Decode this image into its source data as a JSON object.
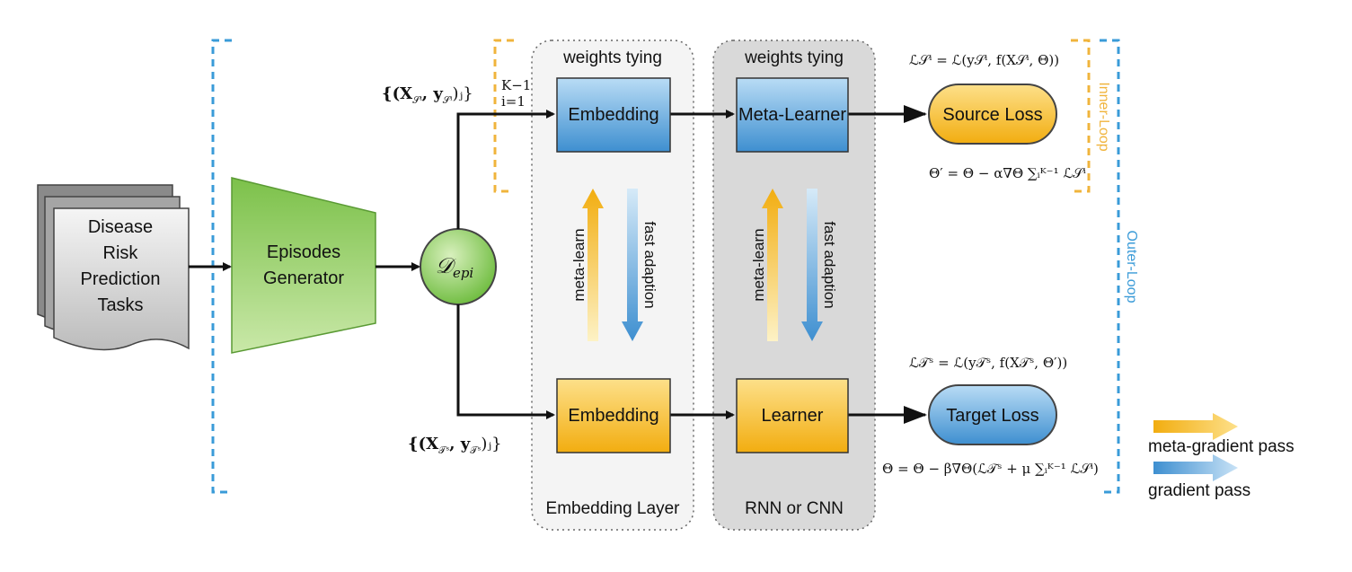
{
  "input": {
    "line1": "Disease",
    "line2": "Risk",
    "line3": "Prediction",
    "line4": "Tasks"
  },
  "generator": {
    "line1": "Episodes",
    "line2": "Generator"
  },
  "dataset": {
    "symbol": "𝒟",
    "subscript": "epi"
  },
  "source_set": {
    "expr": "{(X",
    "sub1": "𝒮ⁱ",
    "mid": ", y",
    "sub2": "𝒮ⁱ",
    "end": ")ⱼ}",
    "sup": "K−1",
    "lower": "i=1"
  },
  "target_set": {
    "expr": "{(X",
    "sub1": "𝒯ˢ",
    "mid": ", y",
    "sub2": "𝒯ˢ",
    "end": ")ⱼ}"
  },
  "embedding_layer": {
    "top_label": "weights tying",
    "bottom_label": "Embedding Layer",
    "top_box": "Embedding",
    "bottom_box": "Embedding",
    "up_arrow": "meta-learn",
    "down_arrow": "fast adaption"
  },
  "model_layer": {
    "top_label": "weights tying",
    "bottom_label": "RNN or CNN",
    "top_box": "Meta-Learner",
    "bottom_box": "Learner",
    "up_arrow": "meta-learn",
    "down_arrow": "fast adaption"
  },
  "losses": {
    "source": "Source Loss",
    "target": "Target Loss",
    "source_eq": "ℒ𝒮ⁱ = ℒ(y𝒮ⁱ, f(X𝒮ⁱ, Θ))",
    "source_update": "Θ′ = Θ − α∇Θ ∑ᵢᴷ⁻¹ ℒ𝒮ⁱ",
    "target_eq": "ℒ𝒯ˢ = ℒ(y𝒯ˢ, f(X𝒯ˢ, Θ′))",
    "target_update": "Θ = Θ − β∇Θ(ℒ𝒯ˢ + μ ∑ᵢᴷ⁻¹ ℒ𝒮ⁱ)"
  },
  "loops": {
    "inner": "Inner-Loop",
    "outer": "Outer-Loop"
  },
  "legend": {
    "meta": "meta-gradient pass",
    "grad": "gradient pass"
  },
  "colors": {
    "green": "#7dc04a",
    "blue": "#5aa3dc",
    "orange": "#f2b21c",
    "inner_loop": "#f0b43c",
    "outer_loop": "#3a9bd8"
  }
}
